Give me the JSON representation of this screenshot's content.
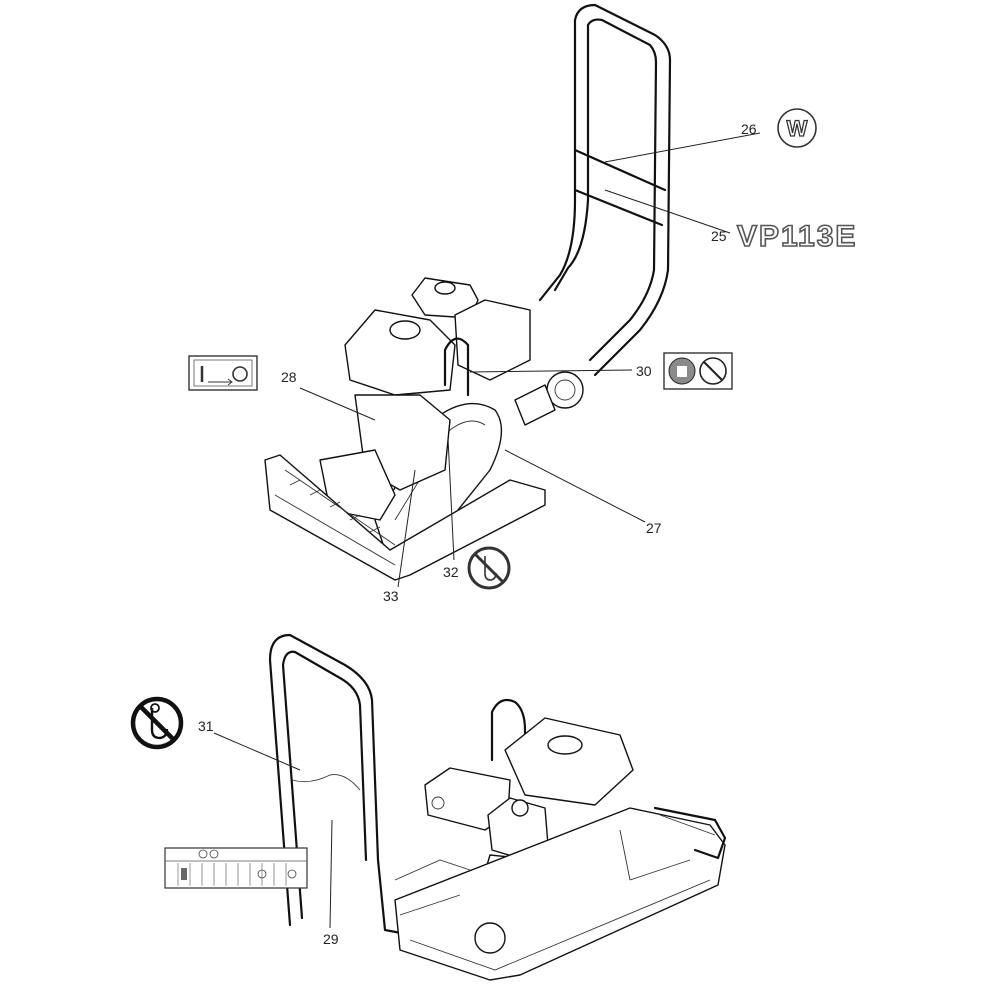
{
  "callouts": {
    "c25": "25",
    "c26": "26",
    "c27": "27",
    "c28": "28",
    "c29": "29",
    "c30": "30",
    "c31": "31",
    "c32": "32",
    "c33": "33"
  },
  "decals": {
    "model_name": "VP113E",
    "logo_letter": "W"
  },
  "colors": {
    "line": "#111111",
    "decal_grey": "#8a8a8a",
    "background": "#ffffff"
  }
}
